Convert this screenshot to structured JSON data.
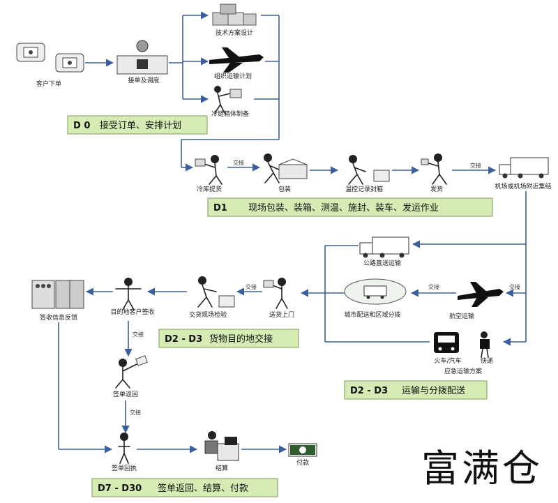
{
  "brand": "富满仓",
  "stages": {
    "d0": {
      "code": "D 0",
      "text": "接受订单、安排计划"
    },
    "d1": {
      "code": "D1",
      "text": "现场包装、装箱、测温、施封、装车、发运作业"
    },
    "d2_dest": {
      "code": "D2 - D3",
      "text": "货物目的地交接"
    },
    "d2_dist": {
      "code": "D2 - D3",
      "text": "运输与分拨配送"
    },
    "d7": {
      "code": "D7 - D30",
      "text": "签单返回、结算、付款"
    }
  },
  "nodes": {
    "customer_order": "客户下单",
    "order_dispatch": "接单及调度",
    "tech_plan": "技术方案设计",
    "transport_plan": "组织运输计划",
    "container_make": "冷链箱体制备",
    "site_pickup": "冷库提货",
    "packing": "包装",
    "temp_seal": "温控记录封箱",
    "ship": "发货",
    "to_airport": "机场或机场附近集结",
    "road_transport": "公路直送运输",
    "city_hub": "城市配送和区域分拨",
    "air_transport": "航空运输",
    "train_vehicle": "火车/汽车",
    "express": "快递",
    "special_plan": "应急运输方案",
    "deliver": "送货上门",
    "handover_check": "交货现场检验",
    "destination_receive": "目的地客户签收",
    "info_system": "签收信息反馈",
    "sign_return": "签单返回",
    "sign_proof": "签单回执",
    "settlement": "结算",
    "payment": "付款"
  },
  "connectors": {
    "handover": "交接"
  }
}
